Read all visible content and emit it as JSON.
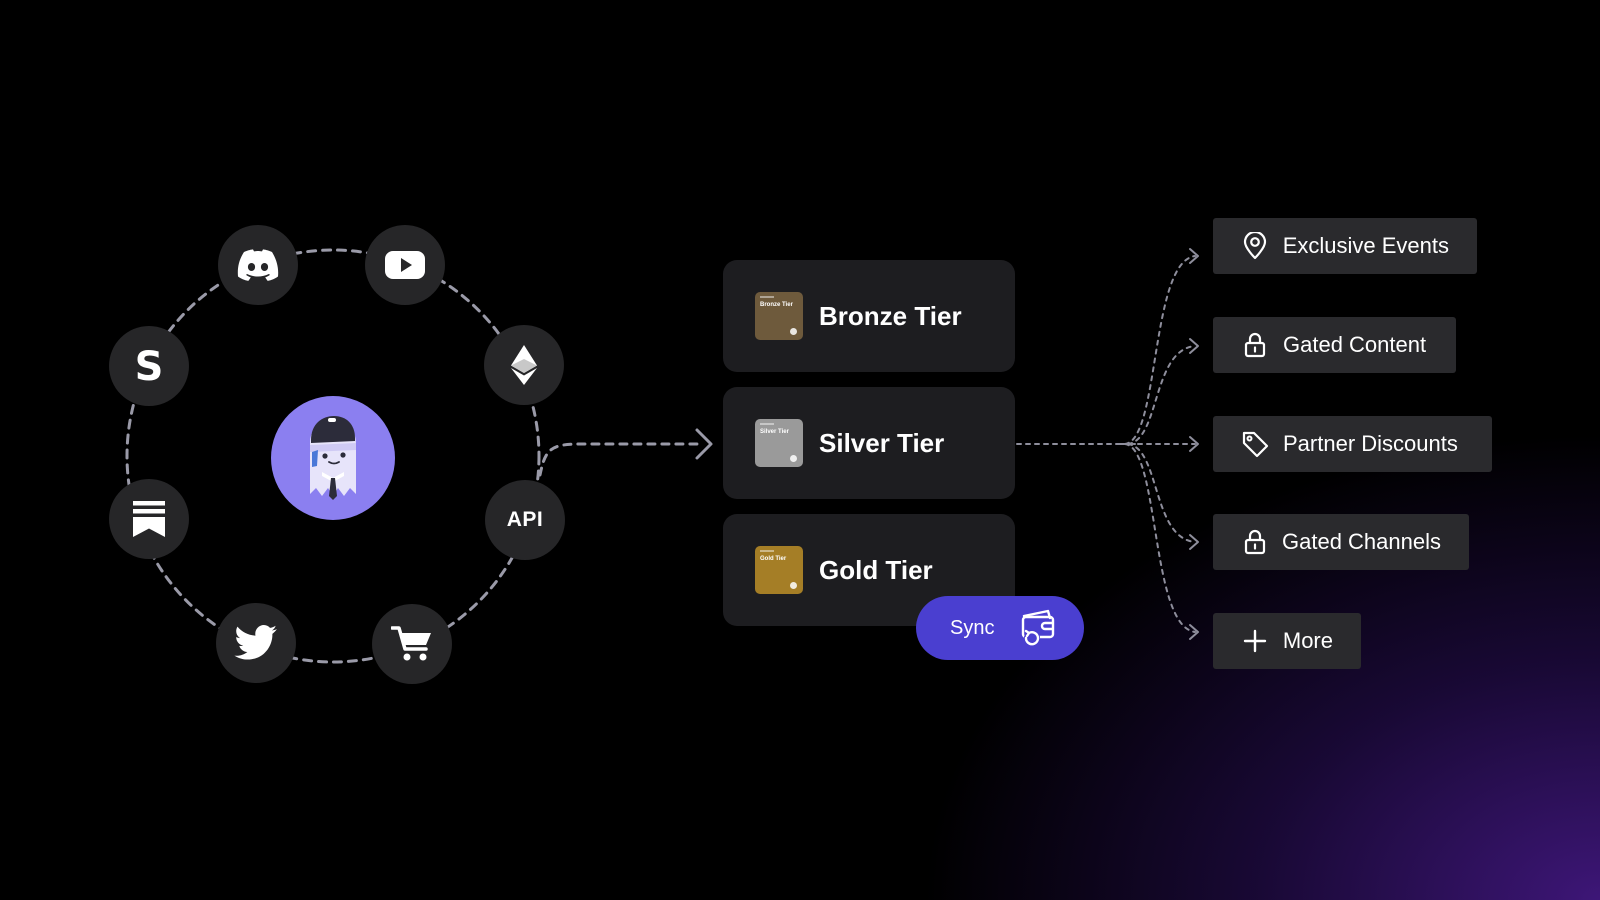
{
  "colors": {
    "background": "#000000",
    "glow": "#4a1a8c",
    "platform_bubble": "#262628",
    "avatar_bg": "#8b7ff0",
    "card_bg": "#1d1d20",
    "benefit_bg": "#2a2a2d",
    "sync_bg": "#4a3fd0",
    "bronze": "#6e5a3c",
    "silver": "#9a9a9a",
    "gold": "#a57e26"
  },
  "platforms": [
    {
      "id": "discord",
      "icon": "discord-icon"
    },
    {
      "id": "youtube",
      "icon": "youtube-icon"
    },
    {
      "id": "ethereum",
      "icon": "ethereum-icon"
    },
    {
      "id": "api",
      "icon": "api-label",
      "label": "API"
    },
    {
      "id": "cart",
      "icon": "shopping-cart-icon"
    },
    {
      "id": "twitter",
      "icon": "twitter-icon"
    },
    {
      "id": "substack",
      "icon": "substack-icon"
    },
    {
      "id": "squarespace",
      "icon": "s-logo-icon",
      "label": "S"
    }
  ],
  "center_avatar": {
    "icon": "ghost-mascot-icon"
  },
  "tiers": [
    {
      "label": "Bronze Tier",
      "thumb_text": "Bronze Tier",
      "color": "#6e5a3c"
    },
    {
      "label": "Silver Tier",
      "thumb_text": "Silver Tier",
      "color": "#9a9a9a"
    },
    {
      "label": "Gold Tier",
      "thumb_text": "Gold Tier",
      "color": "#a57e26"
    }
  ],
  "sync": {
    "label": "Sync",
    "icon": "wallet-sync-icon"
  },
  "benefits": [
    {
      "label": "Exclusive Events",
      "icon": "location-pin-icon"
    },
    {
      "label": "Gated Content",
      "icon": "lock-icon"
    },
    {
      "label": "Partner Discounts",
      "icon": "tag-icon"
    },
    {
      "label": "Gated Channels",
      "icon": "lock-icon"
    },
    {
      "label": "More",
      "icon": "plus-icon"
    }
  ]
}
